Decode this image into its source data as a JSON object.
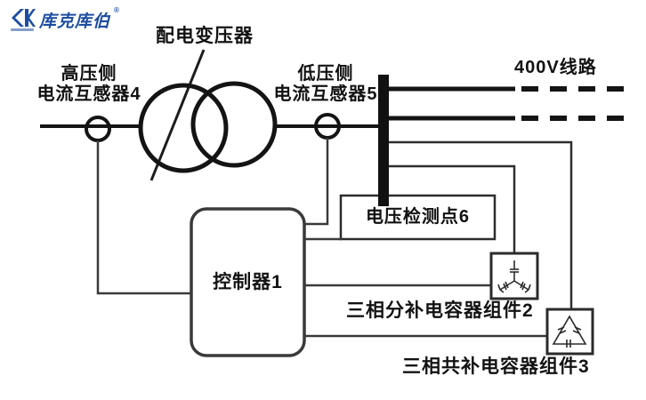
{
  "logo": {
    "text": "库克库伯",
    "registered": "®",
    "icon": "double-k-icon",
    "color": "#1d4da1"
  },
  "labels": {
    "transformer": "配电变压器",
    "hv_ct_line1": "高压侧",
    "hv_ct_line2": "电流互感器4",
    "lv_ct_line1": "低压侧",
    "lv_ct_line2": "电流互感器5",
    "line_400v": "400V线路",
    "voltage_point": "电压检测点6",
    "controller": "控制器1",
    "comp2": "三相分补电容器组件2",
    "comp3": "三相共补电容器组件3"
  },
  "colors": {
    "background": "#ffffff",
    "power_line": "#141414",
    "signal_line": "#3a3a3a",
    "logo_blue": "#1d4da1"
  }
}
